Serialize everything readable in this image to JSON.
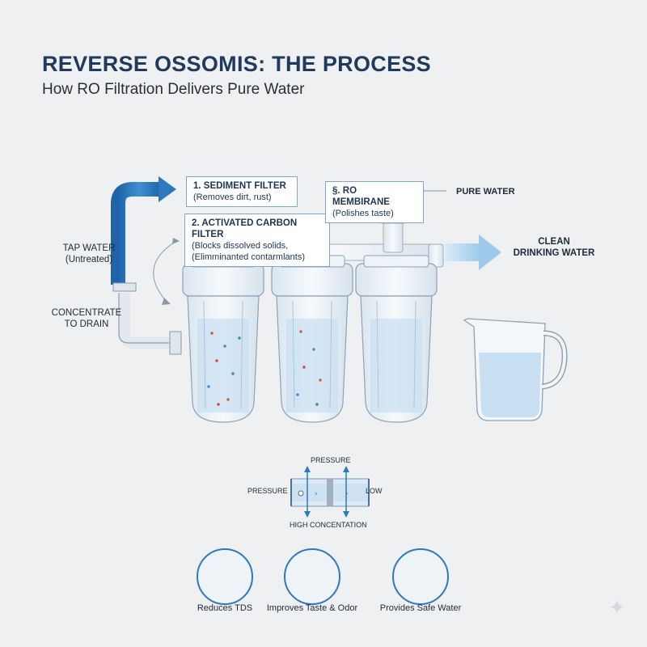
{
  "header": {
    "title": "REVERSE OSSOMIS: THE PROCESS",
    "subtitle": "How RO Filtration Delivers Pure Water"
  },
  "stages": {
    "sediment": {
      "title": "1. SEDIMENT FILTER",
      "desc": "(Removes dirt, rust)"
    },
    "carbon": {
      "title": "2. ACTIVATED CARBON FILTER",
      "desc1": "(Blocks dissolved solids,",
      "desc2": "(Elimminanted contarmlants)"
    },
    "membrane": {
      "title": "§. RO MEMBIRANE",
      "desc": "(Polishes taste)"
    }
  },
  "flow_labels": {
    "tap_water": "TAP WATER",
    "tap_water_sub": "(Untreated)",
    "concentrate": "CONCENTRATE",
    "concentrate_sub": "TO DRAIN",
    "pure_water": "PURE WATER",
    "clean": "CLEAN",
    "clean_sub": "DRINKING WATER"
  },
  "membrane_detail": {
    "top_label": "PRESSURE",
    "left_label": "PRESSURE",
    "right_label": "LOW",
    "bottom_label": "HIGH CONCENTATION"
  },
  "benefits": [
    {
      "label": "Reduces TDS",
      "icon": "magnifier-drop-icon"
    },
    {
      "label": "Improves Taste & Odor",
      "icon": "flask-icon"
    },
    {
      "label": "Provides Safe Water",
      "icon": "shield-drop-icon"
    }
  ],
  "colors": {
    "accent_blue": "#2f78bd",
    "light_blue": "#a9cdea",
    "water_blue": "#c9e0f3",
    "title_navy": "#1f3a5c"
  }
}
